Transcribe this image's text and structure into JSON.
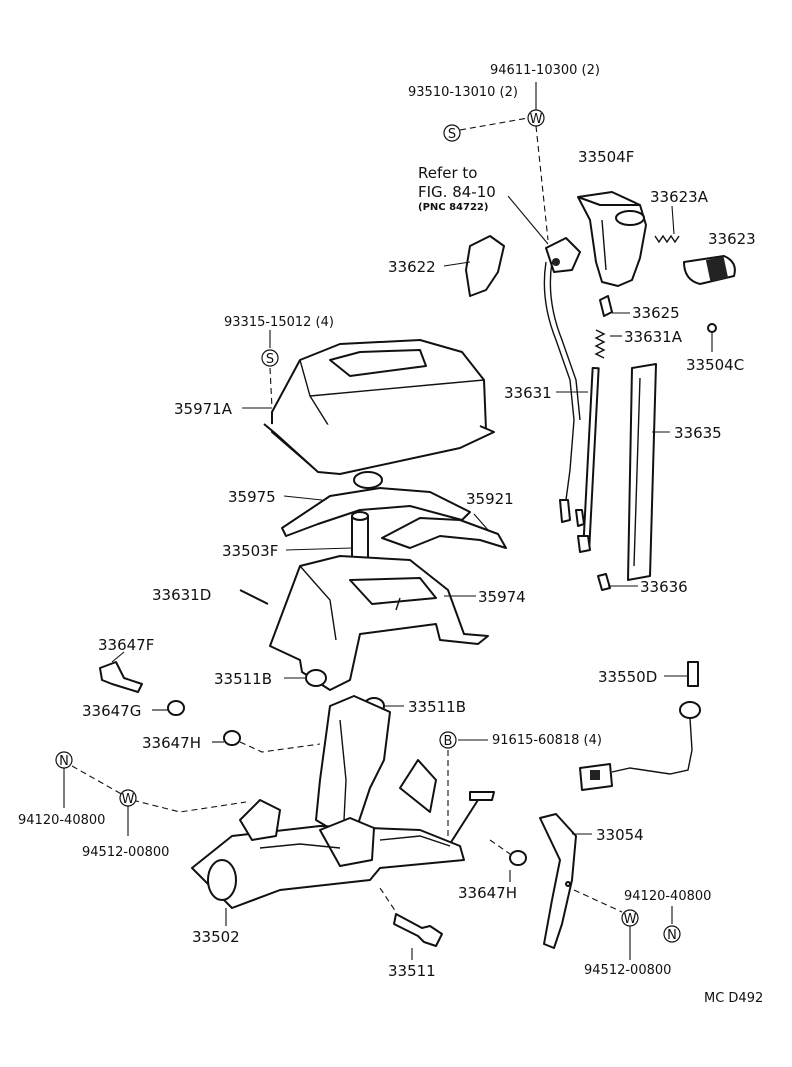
{
  "diagram": {
    "parts": {
      "p94611": "94611-10300 (2)",
      "p93510": "93510-13010 (2)",
      "p33504F": "33504F",
      "p33623A": "33623A",
      "p33623": "33623",
      "p33622": "33622",
      "p93315": "93315-15012 (4)",
      "p33625": "33625",
      "p33631A": "33631A",
      "p33504C": "33504C",
      "p35971A": "35971A",
      "p33631": "33631",
      "p33635": "33635",
      "p35975": "35975",
      "p35921": "35921",
      "p33503F": "33503F",
      "p33631D": "33631D",
      "p35974": "35974",
      "p33636": "33636",
      "p33647F": "33647F",
      "p33511B_a": "33511B",
      "p33511B_b": "33511B",
      "p33550D": "33550D",
      "p33647G": "33647G",
      "p33647H_a": "33647H",
      "p91615": "91615-60818 (4)",
      "p94120_a": "94120-40800",
      "p94512_a": "94512-00800",
      "p33054": "33054",
      "p33647H_b": "33647H",
      "p94120_b": "94120-40800",
      "p33502": "33502",
      "p33511": "33511",
      "p94512_b": "94512-00800"
    },
    "refer": {
      "line1": "Refer to",
      "line2": "FIG. 84-10",
      "line3": "(PNC 84722)"
    },
    "symbols": {
      "s": "S",
      "w": "W",
      "n": "N",
      "b": "B"
    },
    "footer": "MC  D492"
  }
}
